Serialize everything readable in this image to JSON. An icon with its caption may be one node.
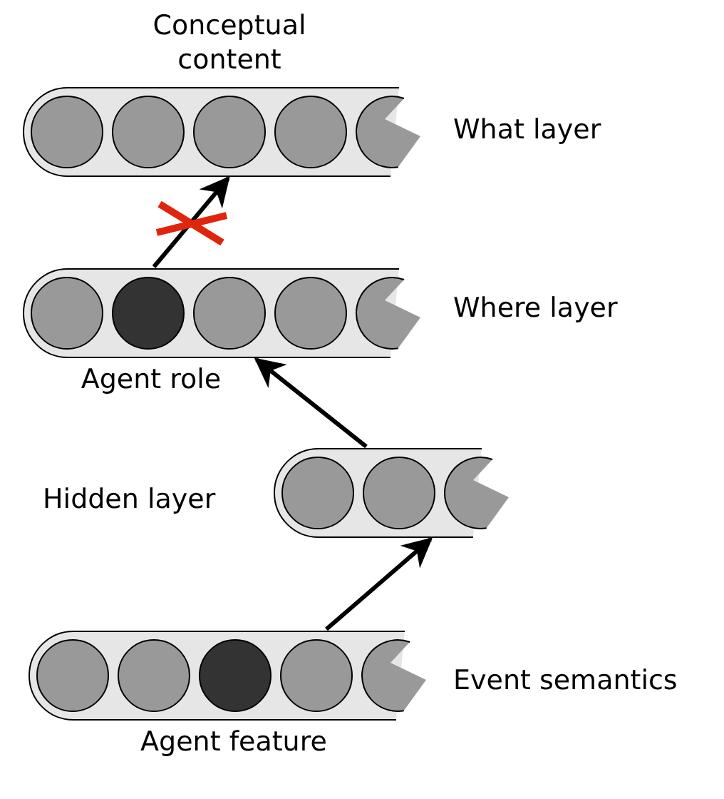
{
  "diagram": {
    "nodes": [
      {
        "text": [],
        "shape": "bar",
        "beside": [
          "What layer"
        ]
      },
      {
        "text": [],
        "shape": "bar",
        "beside": [
          "Where layer"
        ]
      },
      {
        "text": [],
        "shape": "bar",
        "beside": [
          "Hidden layer"
        ]
      },
      {
        "text": [],
        "shape": "bar",
        "beside": [
          "Event semantics"
        ]
      }
    ],
    "edges": [
      {
        "from": 1,
        "to": 0,
        "arrow": "to"
      },
      {
        "from": 2,
        "to": 1,
        "arrow": "to"
      },
      {
        "from": 3,
        "to": 2,
        "arrow": "to"
      }
    ],
    "labels": [
      "Conceptual content",
      "Agent role",
      "Agent feature"
    ]
  }
}
